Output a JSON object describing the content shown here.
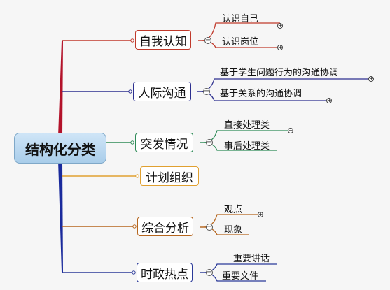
{
  "diagram": {
    "root": {
      "label": "结构化分类",
      "color": "#1a2a9c"
    },
    "branches": [
      {
        "label": "自我认知",
        "color": "#c0392b",
        "children": [
          {
            "label": "认识自己"
          },
          {
            "label": "认识岗位"
          }
        ]
      },
      {
        "label": "人际沟通",
        "color": "#2c2f8f",
        "children": [
          {
            "label": "基于学生问题行为的沟通协调"
          },
          {
            "label": "基于关系的沟通协调"
          }
        ]
      },
      {
        "label": "突发情况",
        "color": "#2e8b57",
        "children": [
          {
            "label": "直接处理类"
          },
          {
            "label": "事后处理类"
          }
        ]
      },
      {
        "label": "计划组织",
        "color": "#e0a030",
        "children": []
      },
      {
        "label": "综合分析",
        "color": "#b5651d",
        "children": [
          {
            "label": "观点"
          },
          {
            "label": "现象"
          }
        ]
      },
      {
        "label": "时政热点",
        "color": "#2b3a99",
        "children": [
          {
            "label": "重要讲话"
          },
          {
            "label": "重要文件"
          }
        ]
      }
    ],
    "toggle_symbol": "−",
    "expand_symbol": "+"
  }
}
